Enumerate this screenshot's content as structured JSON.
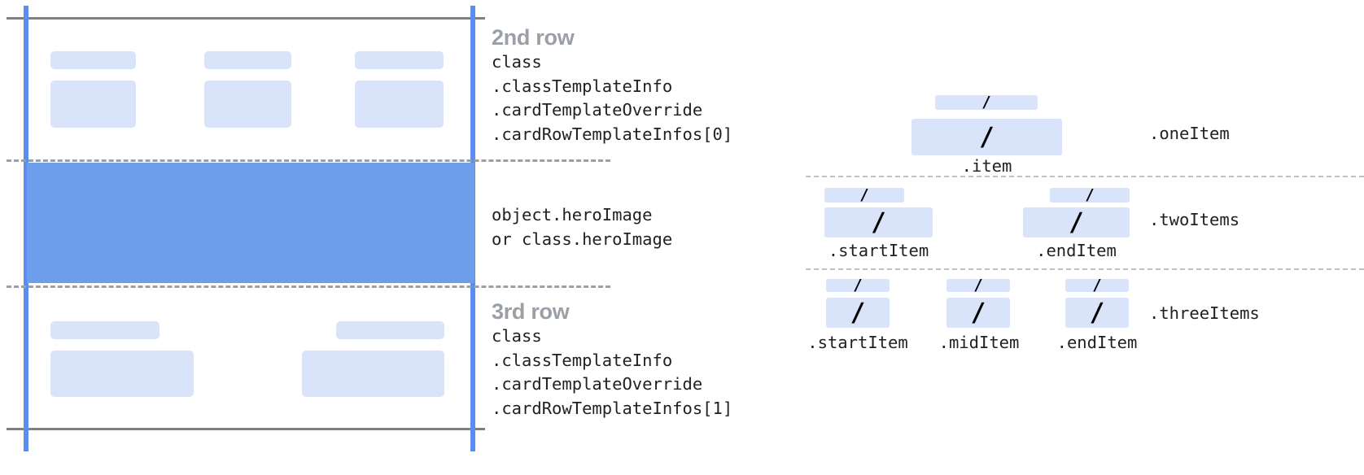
{
  "left_diagram": {
    "name": "card-row-layout-diagram",
    "rows": [
      {
        "id": "second-row",
        "title": "2nd row",
        "code_lines": [
          "class",
          ".classTemplateInfo",
          ".cardTemplateOverride",
          ".cardRowTemplateInfos[0]"
        ],
        "columns": 3
      },
      {
        "id": "hero-row",
        "title": "",
        "code_lines": [
          "object.heroImage",
          "or class.heroImage"
        ],
        "columns": 0
      },
      {
        "id": "third-row",
        "title": "3rd row",
        "code_lines": [
          "class",
          ".classTemplateInfo",
          ".cardTemplateOverride",
          ".cardRowTemplateInfos[1]"
        ],
        "columns": 2
      }
    ]
  },
  "right_diagram": {
    "name": "row-item-variants-diagram",
    "slash_glyph": "/",
    "groups": [
      {
        "id": "one-item",
        "label": ".oneItem",
        "captions": [
          ".item"
        ]
      },
      {
        "id": "two-items",
        "label": ".twoItems",
        "captions": [
          ".startItem",
          ".endItem"
        ]
      },
      {
        "id": "three-items",
        "label": ".threeItems",
        "captions": [
          ".startItem",
          ".midItem",
          ".endItem"
        ]
      }
    ]
  },
  "colors": {
    "accent_blue": "#5b8def",
    "hero_blue": "#6d9eeb",
    "placeholder_blue": "#d9e4fb",
    "frame_gray": "#808080",
    "divider_gray": "#9aa0a6",
    "title_gray": "#9aa0a6",
    "code_text": "#202124"
  }
}
